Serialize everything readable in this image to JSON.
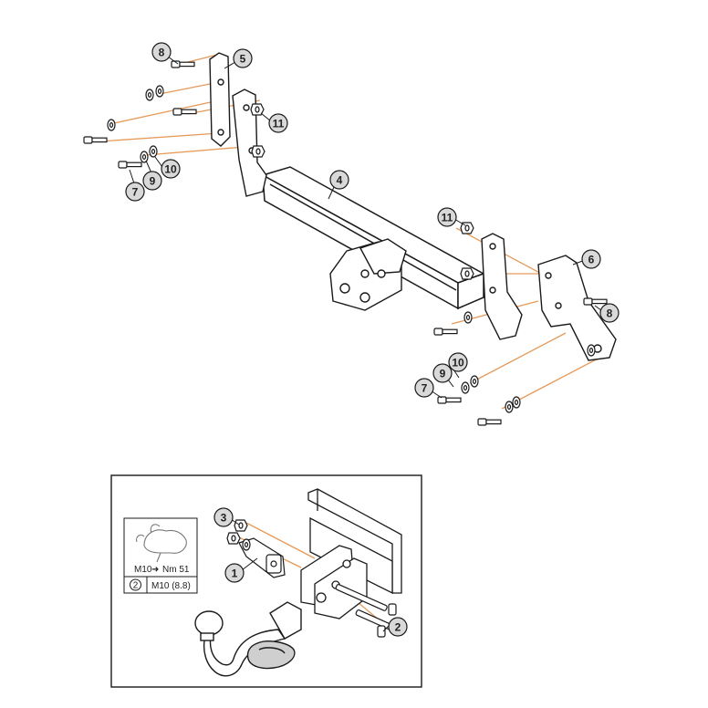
{
  "upper_labels": [
    "8",
    "5",
    "11",
    "10",
    "9",
    "7",
    "4",
    "11",
    "6",
    "8",
    "10",
    "9",
    "7"
  ],
  "inset": {
    "labels": [
      "3",
      "1",
      "2"
    ],
    "torque_bolt": "M10",
    "torque_value": "Nm 51",
    "key_number": "2",
    "key_spec": "M10 (8.8)"
  },
  "colors": {
    "line": "#1a1a1a",
    "guide": "#e69a5a",
    "label_fill": "#d9d9d9"
  }
}
